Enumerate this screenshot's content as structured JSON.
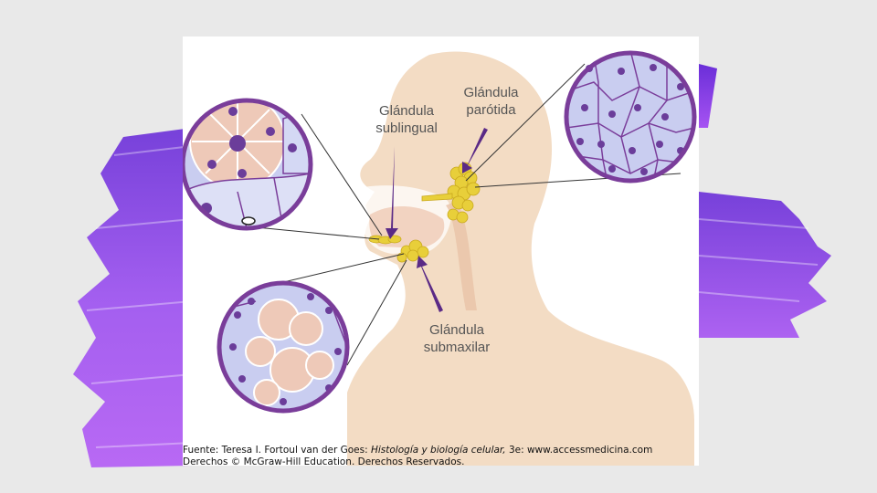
{
  "labels": {
    "sublingual_line1": "Glándula",
    "sublingual_line2": "sublingual",
    "parotid_line1": "Glándula",
    "parotid_line2": "parótida",
    "submaxilar_line1": "Glándula",
    "submaxilar_line2": "submaxilar"
  },
  "caption": {
    "prefix": "Fuente: Teresa I. Fortoul van der Goes: ",
    "book_title": "Histología y biología celular,",
    "suffix": " 3e: www.accessmedicina.com",
    "rights": "Derechos © McGraw-Hill Education. Derechos Reservados."
  },
  "colors": {
    "background": "#e9e9e9",
    "brush_purple": "#8a3fe0",
    "head_skin": "#f3dcc4",
    "gland_yellow": "#e8cf3a",
    "circle_border": "#7a3d9a",
    "cell_blue": "#c9cdf0",
    "cell_pink": "#eec9b8",
    "nucleus": "#6b3d9a",
    "arrow_purple": "#5a2a86"
  }
}
